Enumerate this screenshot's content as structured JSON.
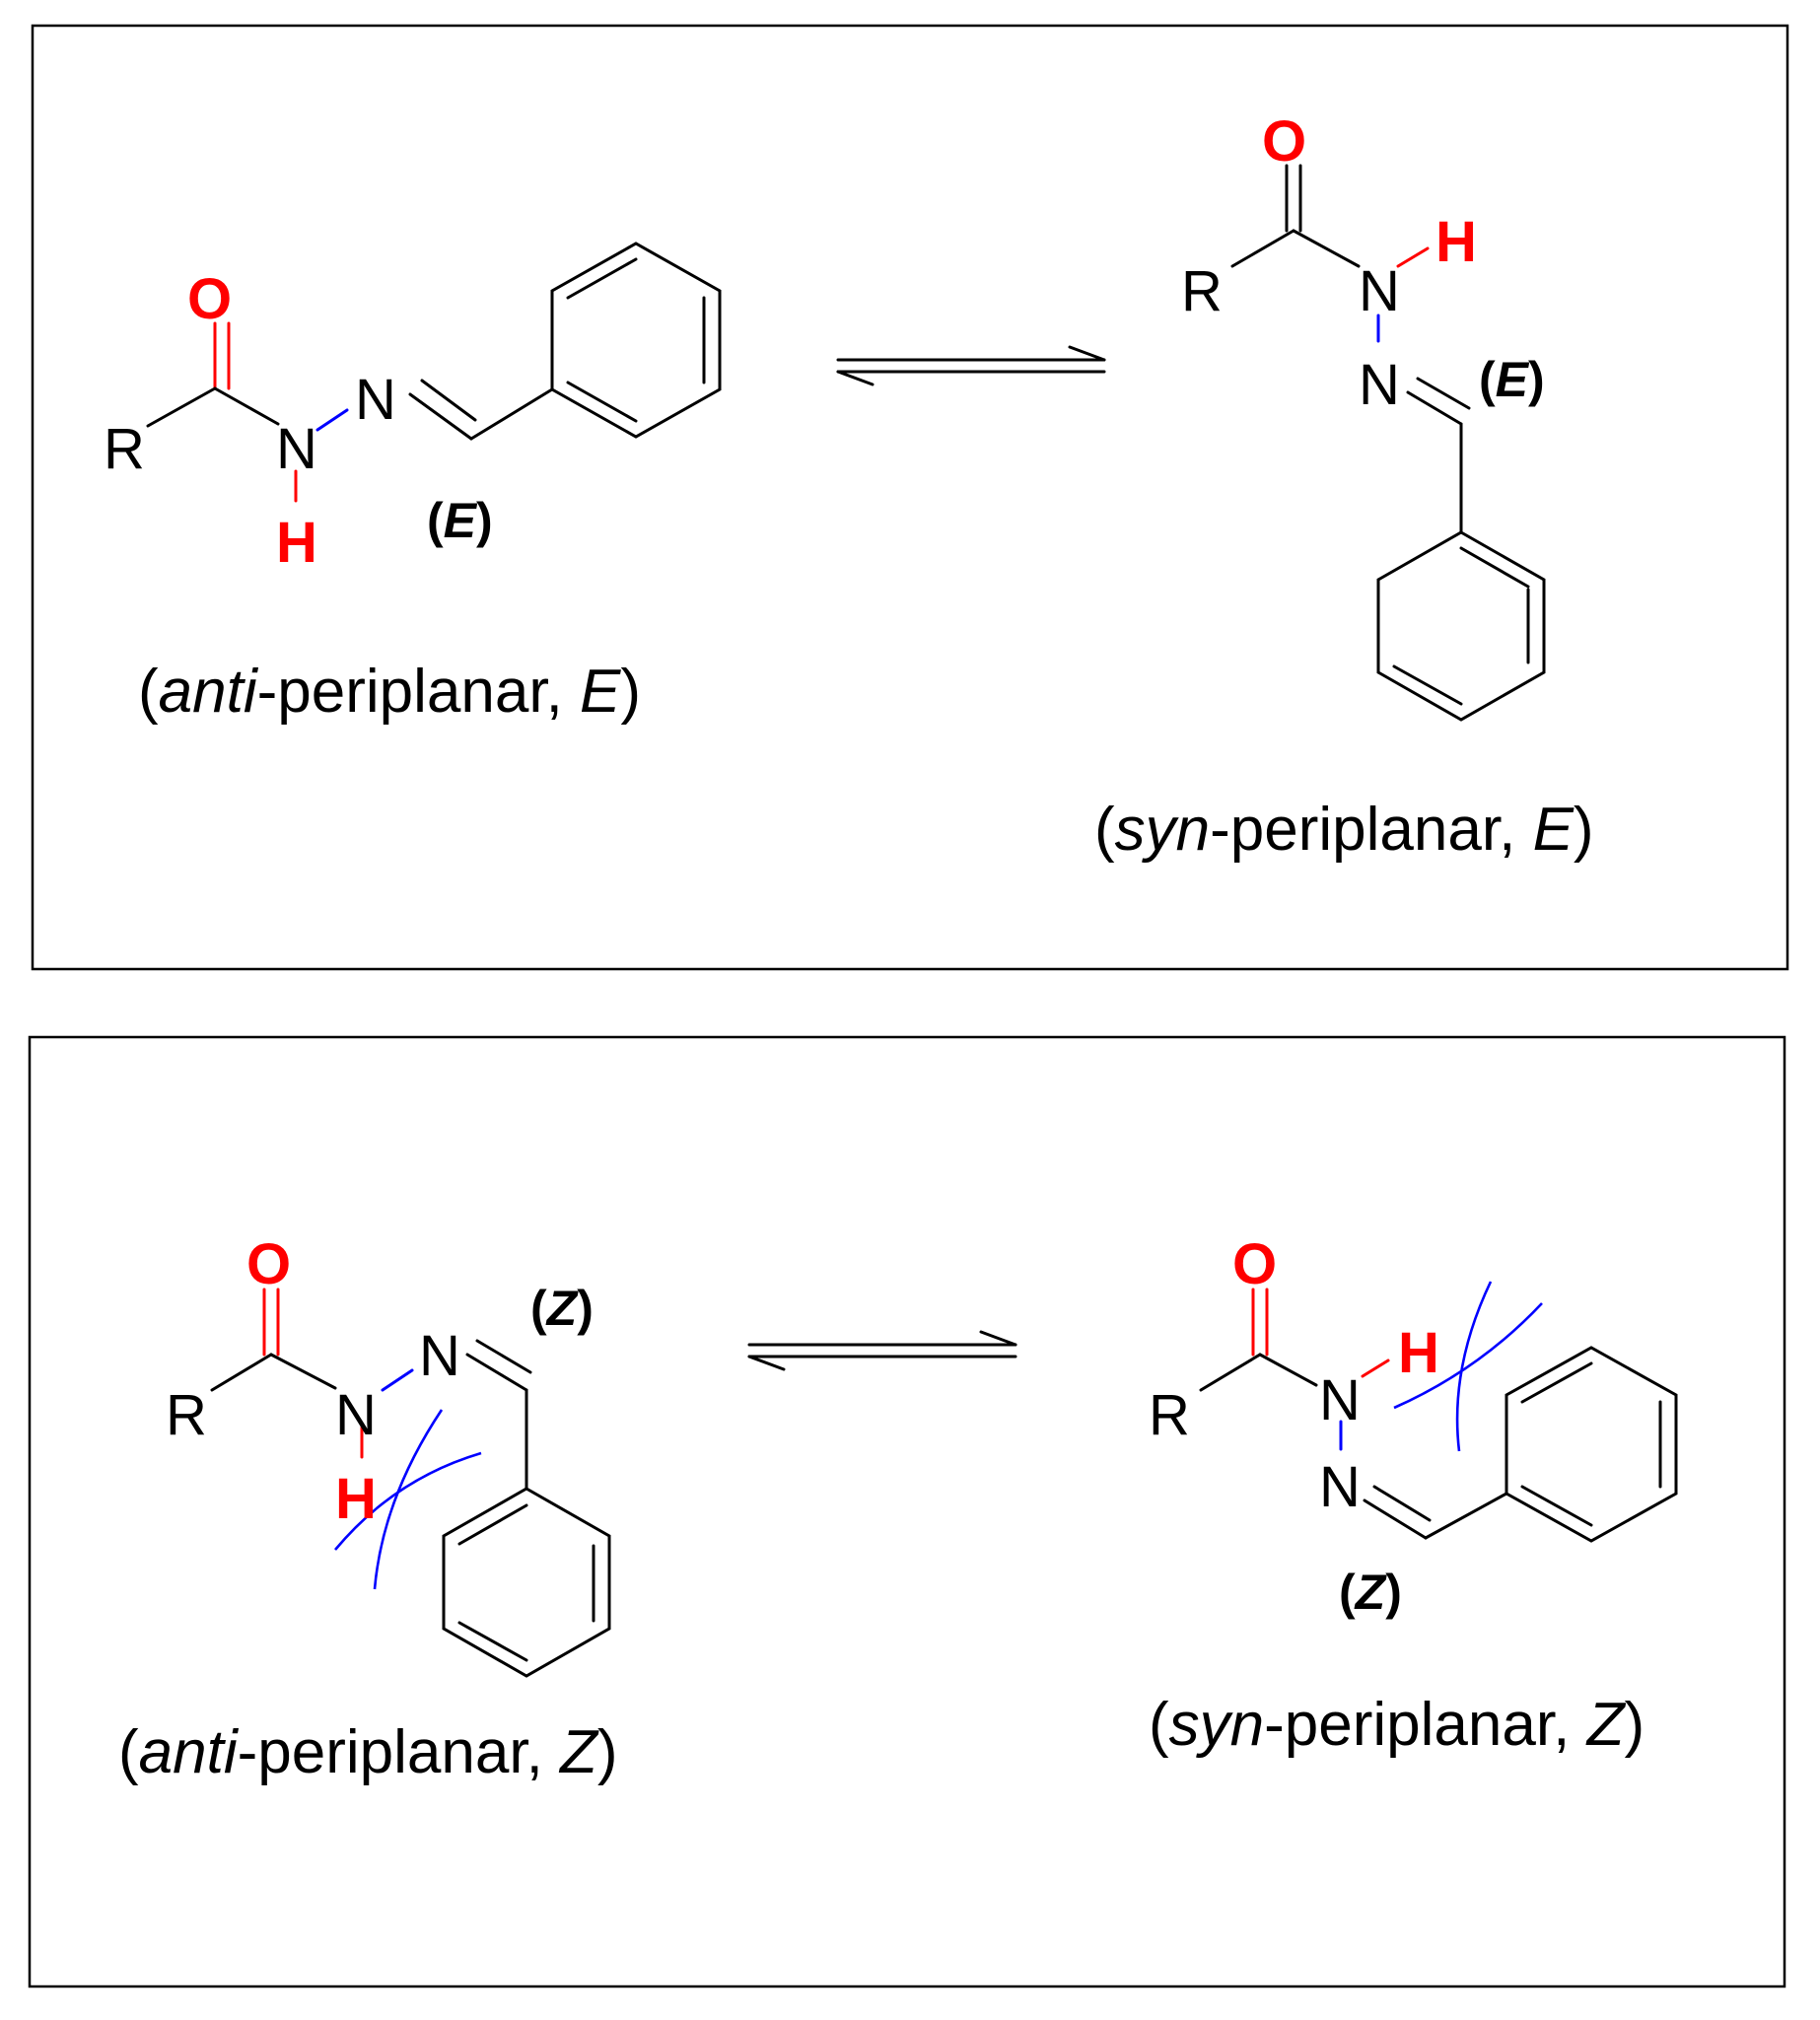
{
  "colors": {
    "oxygen": "#ff0000",
    "amide_h": "#ff0000",
    "nitrogen_bond": "#0000ff",
    "steric_arc": "#0000ff",
    "bond": "#000000"
  },
  "atoms": {
    "R": "R",
    "O": "O",
    "N": "N",
    "H": "H"
  },
  "panel_top": {
    "left": {
      "config_tag": {
        "open": "(",
        "letter": "E",
        "close": ")"
      },
      "caption": {
        "open": "(",
        "conformer": "anti",
        "middle": "-periplanar, ",
        "config": "E",
        "close": ")"
      }
    },
    "right": {
      "config_tag": {
        "open": "(",
        "letter": "E",
        "close": ")"
      },
      "caption": {
        "open": "(",
        "conformer": "syn",
        "middle": "-periplanar, ",
        "config": "E",
        "close": ")"
      }
    }
  },
  "panel_bottom": {
    "left": {
      "config_tag": {
        "open": "(",
        "letter": "Z",
        "close": ")"
      },
      "caption": {
        "open": "(",
        "conformer": "anti",
        "middle": "-periplanar, ",
        "config": "Z",
        "close": ")"
      }
    },
    "right": {
      "config_tag": {
        "open": "(",
        "letter": "Z",
        "close": ")"
      },
      "caption": {
        "open": "(",
        "conformer": "syn",
        "middle": "-periplanar, ",
        "config": "Z",
        "close": ")"
      }
    }
  }
}
